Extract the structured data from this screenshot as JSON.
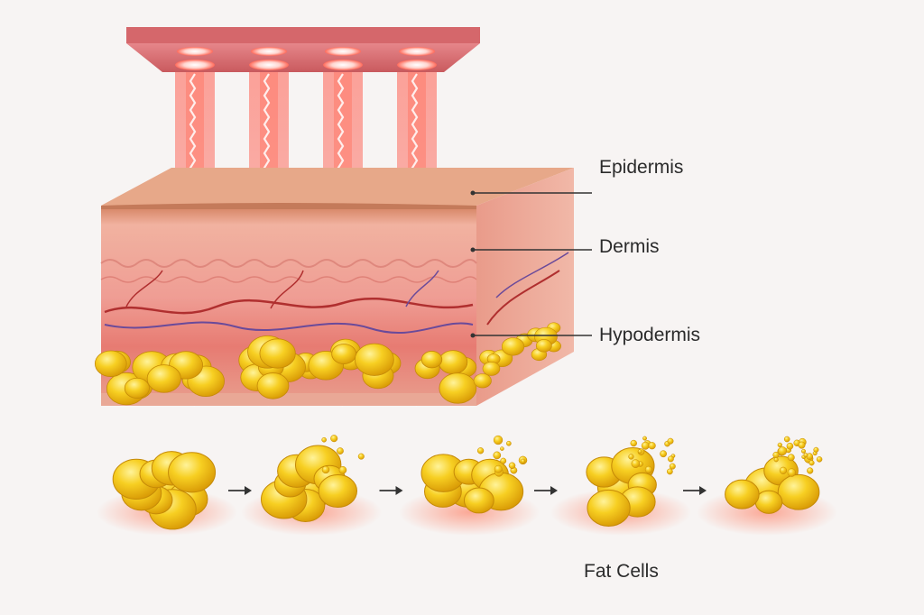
{
  "labels": {
    "epidermis": "Epidermis",
    "dermis": "Dermis",
    "hypodermis": "Hypodermis",
    "fat_cells": "Fat Cells"
  },
  "fat_cell_stages": 5,
  "colors": {
    "background": "#f7f4f3",
    "laser_red": "#ff3b2f",
    "skin": "#e9a08f",
    "fat": "#f2c21a",
    "label_text": "#2b2b2b",
    "leader_line": "#333333"
  }
}
